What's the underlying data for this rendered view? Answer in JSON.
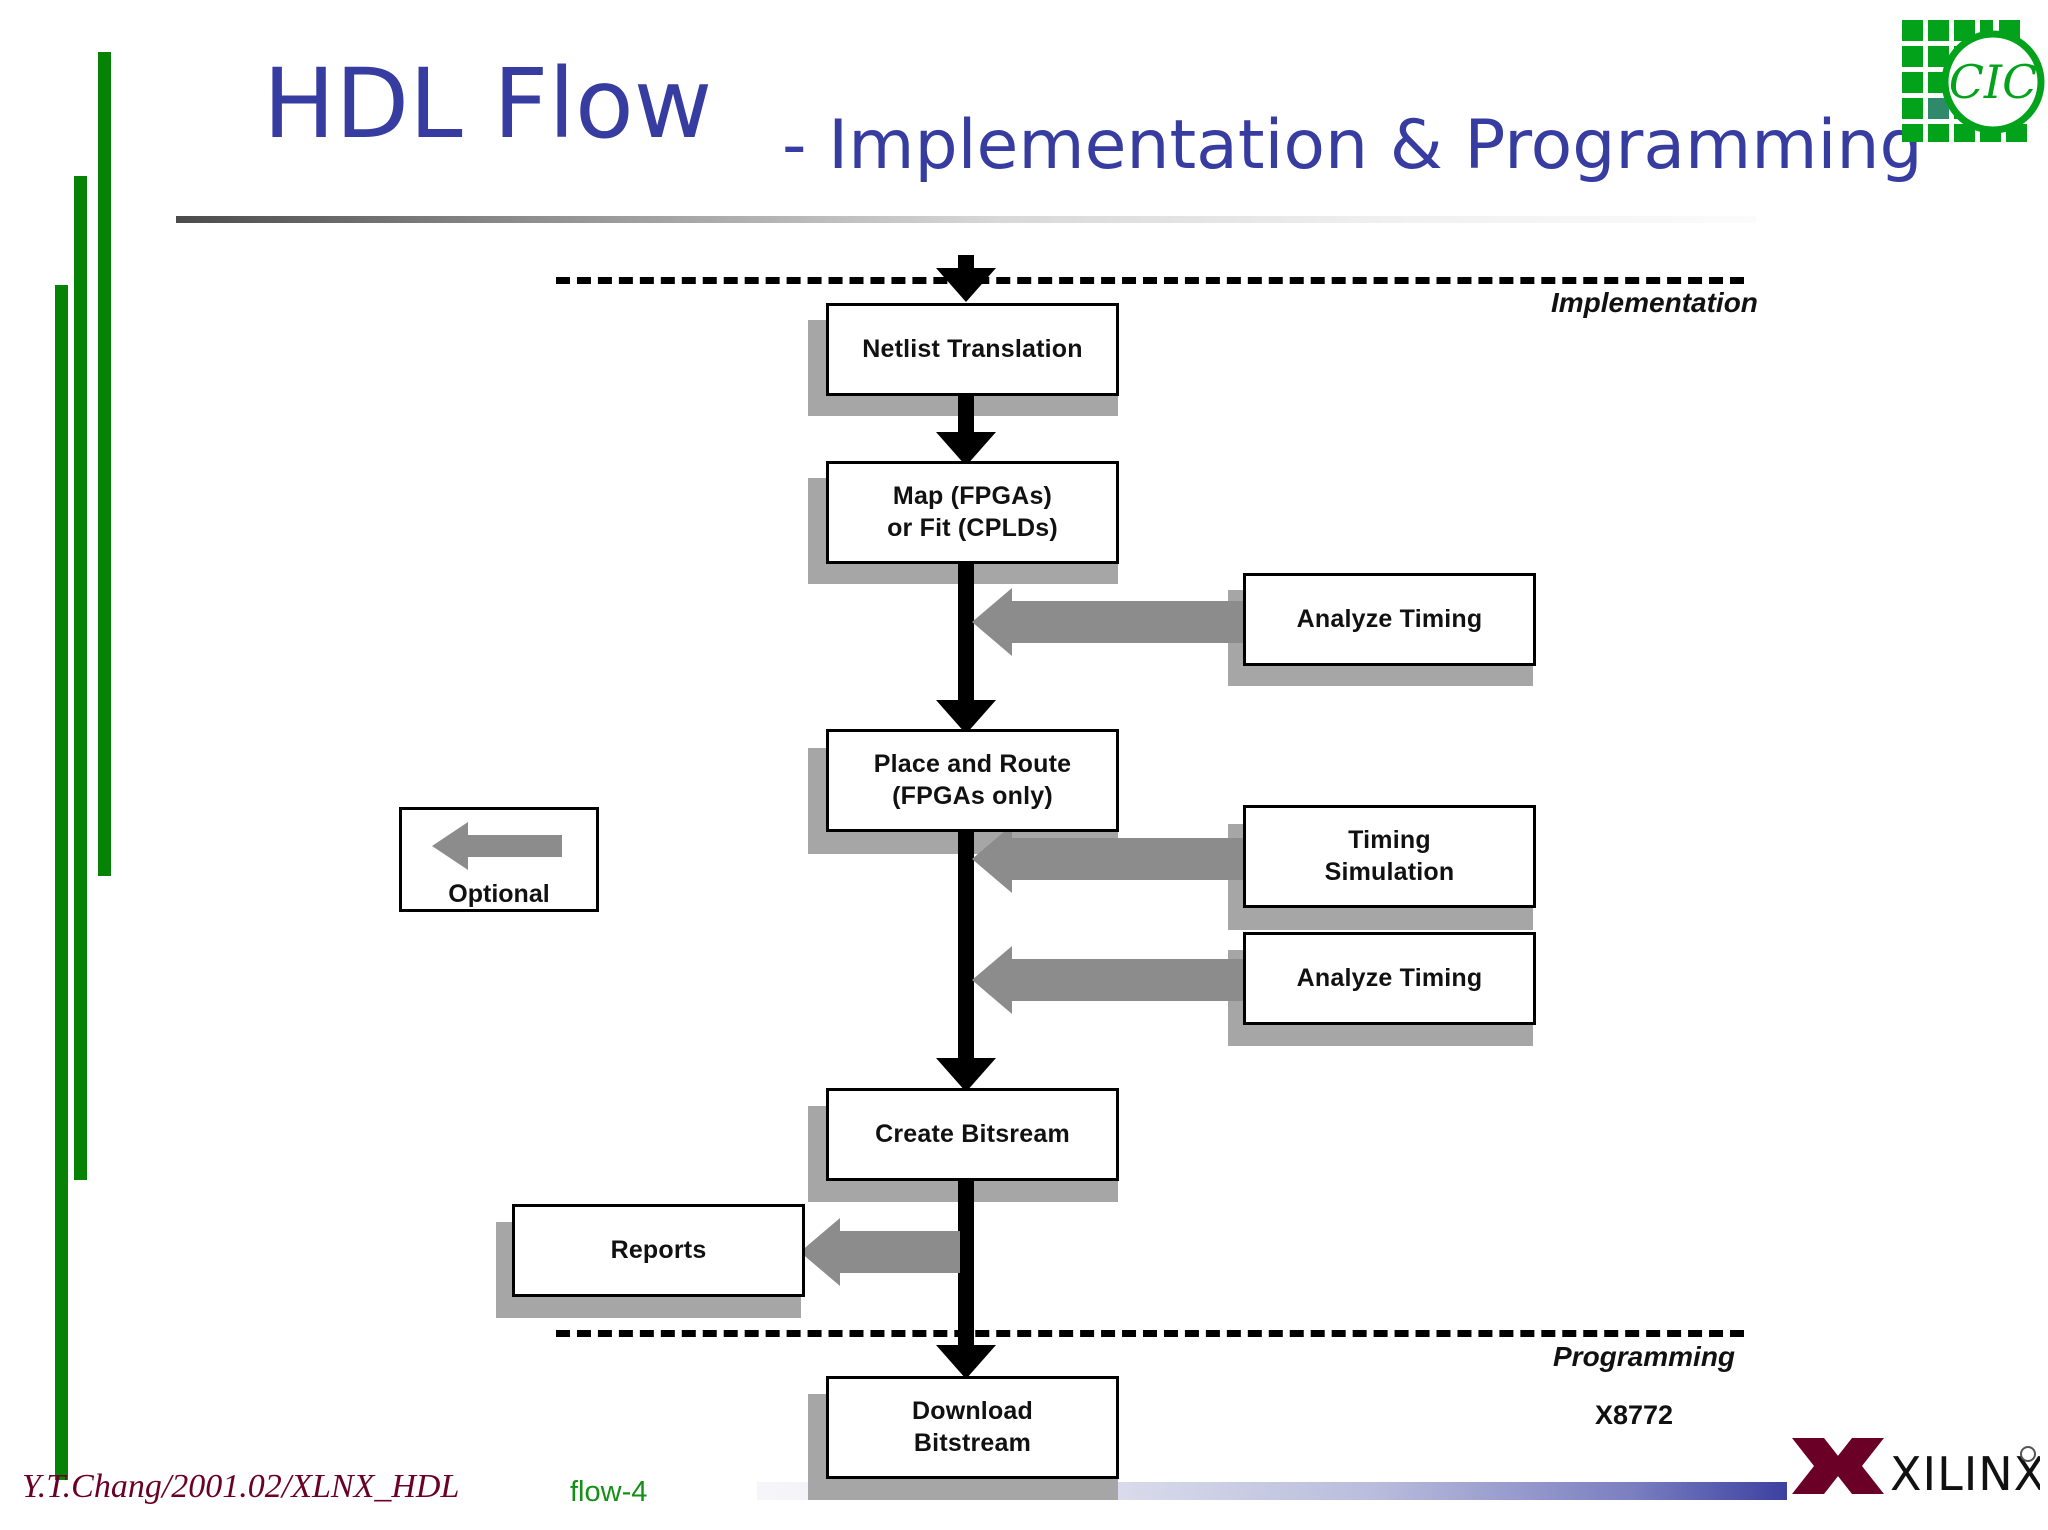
{
  "header": {
    "title_main": "HDL Flow",
    "title_sub": "- Implementation & Programming",
    "logo_text": "CIC",
    "logo_name": "cic-logo"
  },
  "zones": [
    {
      "name": "implementation",
      "label": "Implementation"
    },
    {
      "name": "programming",
      "label": "Programming"
    }
  ],
  "diagram_code": "X8772",
  "legend": {
    "label": "Optional",
    "arrow_icon": "left-arrow-icon"
  },
  "flow": {
    "main_steps": [
      {
        "id": "netlist-translation",
        "label": "Netlist Translation"
      },
      {
        "id": "map-fit",
        "line1": "Map (FPGAs)",
        "line2": "or Fit (CPLDs)"
      },
      {
        "id": "place-and-route",
        "line1": "Place and Route",
        "line2": "(FPGAs only)"
      },
      {
        "id": "create-bitstream",
        "label": "Create Bitsream"
      },
      {
        "id": "download-bitstream",
        "line1": "Download",
        "line2": "Bitstream"
      }
    ],
    "optional_steps": [
      {
        "id": "analyze-timing-1",
        "label": "Analyze Timing"
      },
      {
        "id": "timing-simulation",
        "line1": "Timing",
        "line2": "Simulation"
      },
      {
        "id": "analyze-timing-2",
        "label": "Analyze Timing"
      },
      {
        "id": "reports",
        "label": "Reports"
      }
    ]
  },
  "footer": {
    "author": "Y.T.Chang/2001.02/XLNX_HDL",
    "page": "flow-4",
    "brand": "XILINX",
    "brand_mark": "registered-trademark"
  },
  "colors": {
    "title": "#373CA0",
    "green_bar": "#068205",
    "footer_author": "#6B0026",
    "footer_page": "#149014",
    "shadow": "#A6A6A6",
    "optional_arrow": "#8C8C8C",
    "brand_mark": "#6B0026"
  }
}
